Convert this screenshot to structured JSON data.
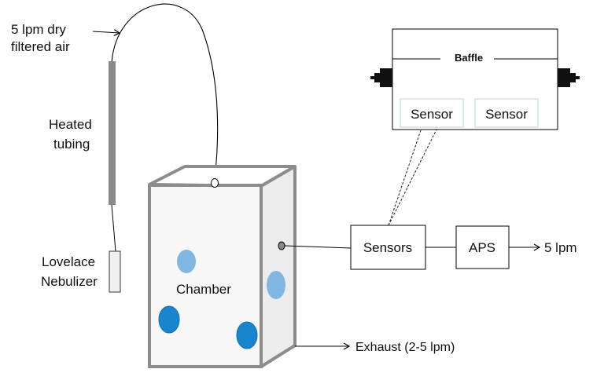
{
  "labels": {
    "air_line1": "5 lpm dry",
    "air_line2": "filtered air",
    "heated_line1": "Heated",
    "heated_line2": "tubing",
    "nebulizer_line1": "Lovelace",
    "nebulizer_line2": "Nebulizer",
    "chamber": "Chamber",
    "sensors": "Sensors",
    "aps": "APS",
    "aps_flow": "5 lpm",
    "exhaust": "Exhaust (2-5 lpm)",
    "baffle": "Baffle",
    "sensor_left": "Sensor",
    "sensor_right": "Sensor"
  },
  "colors": {
    "line": "#000000",
    "chamber_edge": "#8c8c8c",
    "chamber_fill": "#f7f7f7",
    "tube": "#8a8a8a",
    "particle_light": "#7fb6e2",
    "particle_dark": "#1886cf",
    "sensor_border": "#b9d3e3",
    "connector": "#111111"
  }
}
